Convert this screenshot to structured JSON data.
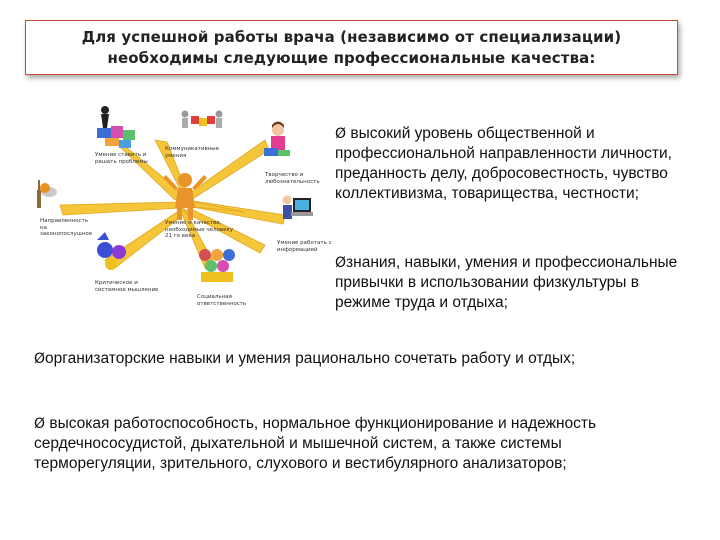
{
  "header": {
    "title_line1": "Для успешной работы врача (независимо от специализации)",
    "title_line2": "необходимы следующие профессиональные качества:"
  },
  "diagram": {
    "captions": {
      "problems": "Умение ставить и решать проблемы",
      "communication": "Коммуникативные умения",
      "creativity": "Творчество и любознательность",
      "law": "Направленность на законопослушное",
      "center": "Умение и качества, необходимые человеку 21 го века",
      "computer": "Умение работать с информацией",
      "critical": "Критическое и системное мышление",
      "social": "Социальная ответственность"
    }
  },
  "content": {
    "bullet_symbol": "Ø",
    "items": [
      {
        "text": " высокий уровень общественной и профессиональной направленности личности, преданность делу, добросовестность, чувство коллективизма, товарищества, честности;"
      },
      {
        "text": "знания, навыки, умения и профессиональные привычки в использовании физкультуры в режиме труда и отдыха;"
      },
      {
        "text": "организаторские навыки и умения рационально сочетать работу и отдых;"
      },
      {
        "text": " высокая работоспособность, нормальное функционирование и надежность сердечнососудистой, дыхательной и мышечной систем, а также системы терморегуляции, зрительного, слухового и вестибулярного анализаторов;"
      }
    ]
  }
}
